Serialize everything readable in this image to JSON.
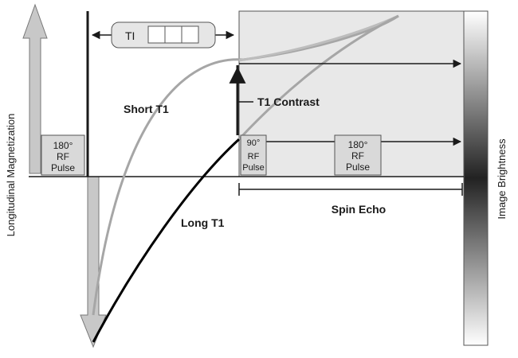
{
  "labels": {
    "y_axis": "Longitudinal Magnetization",
    "brightness": "Image Brightness",
    "ti": "TI",
    "short_t1": "Short T1",
    "long_t1": "Long T1",
    "t1_contrast": "T1 Contrast",
    "spin_echo": "Spin Echo"
  },
  "pulses": {
    "inversion": {
      "angle": "180°",
      "line1": "RF",
      "line2": "Pulse"
    },
    "excitation": {
      "angle": "90°",
      "line1": "RF",
      "line2": "Pulse"
    },
    "refocus": {
      "angle": "180°",
      "line1": "RF",
      "line2": "Pulse"
    }
  },
  "colors": {
    "short_t1_curve": "#a6a6a6",
    "long_t1_curve": "#000000",
    "pulse_box": "#d9d9d9",
    "shaded_region": "#e8e8e8",
    "arrow_fill": "#c8c8c8"
  }
}
